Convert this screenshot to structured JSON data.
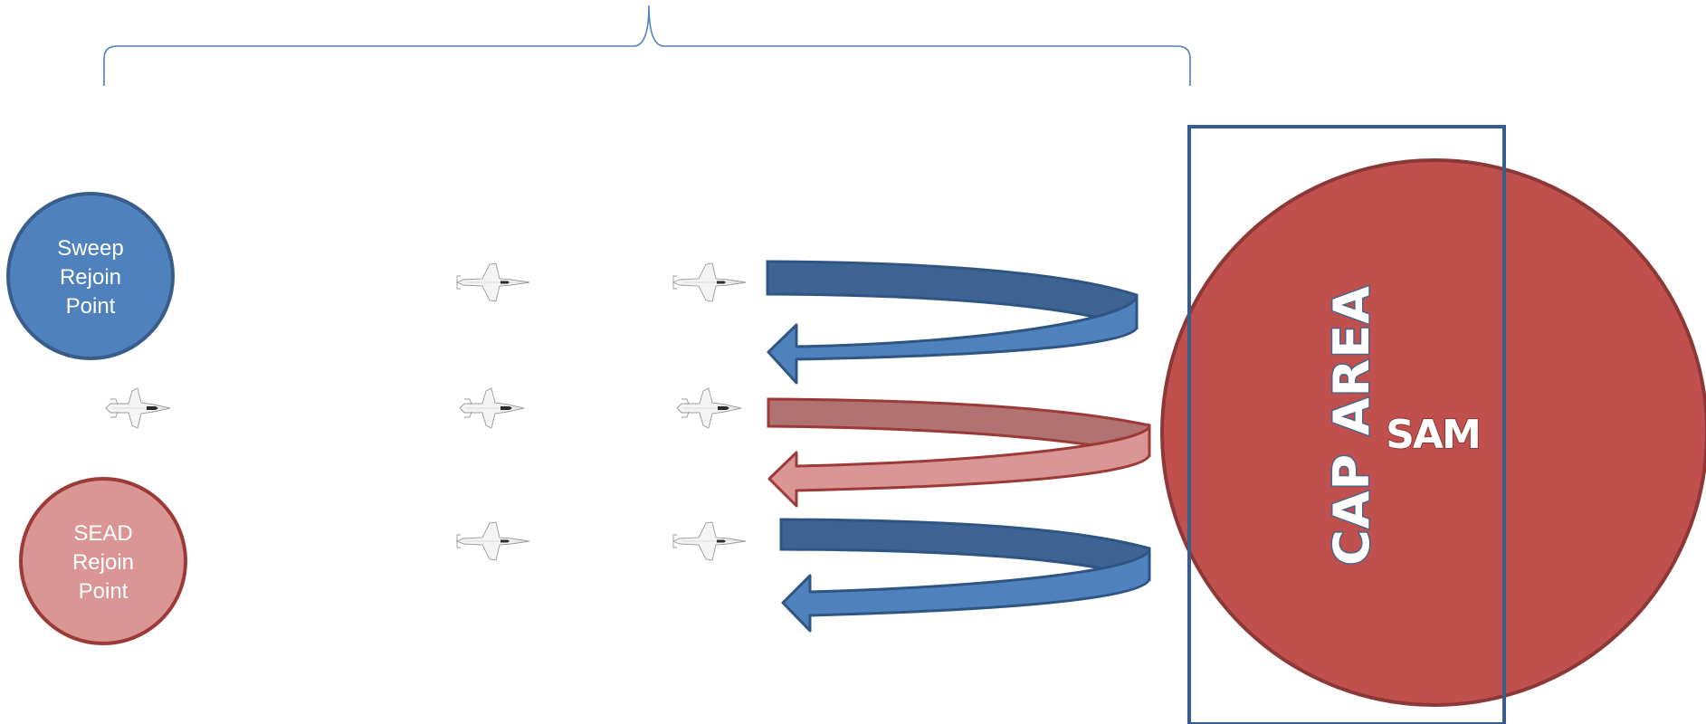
{
  "sweep_rejoin": {
    "lines": [
      "Sweep",
      "Rejoin",
      "Point"
    ]
  },
  "sead_rejoin": {
    "lines": [
      "SEAD",
      "Rejoin",
      "Point"
    ]
  },
  "cap_area": {
    "label": "CAP AREA"
  },
  "sam": {
    "label": "SAM"
  },
  "colors": {
    "blue_fill": "#4f81bd",
    "blue_dark": "#3e6494",
    "blue_stroke": "#385d8a",
    "red_fill": "#c0504d",
    "red_stroke": "#8c3836",
    "pink_fill": "#da9694",
    "pink_dark": "#b07371",
    "pink_stroke": "#9c3a38",
    "bracket": "#4f81bd"
  }
}
